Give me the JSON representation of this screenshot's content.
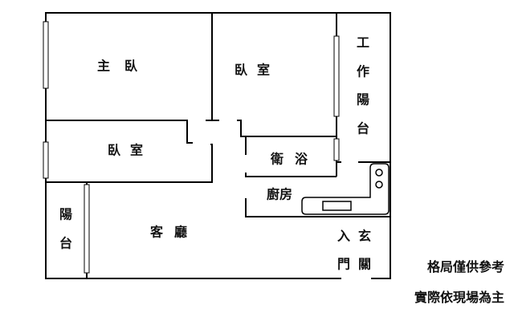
{
  "rooms": {
    "master_bedroom": [
      "主",
      "臥"
    ],
    "bedroom_right": [
      "臥",
      "室"
    ],
    "service_balcony": [
      "工",
      "作",
      "陽",
      "台"
    ],
    "bedroom_left": [
      "臥",
      "室"
    ],
    "bathroom": [
      "衛",
      "浴"
    ],
    "kitchen": "廚房",
    "balcony": [
      "陽",
      "台"
    ],
    "living_room": [
      "客",
      "廳"
    ],
    "entrance_row1": [
      "入",
      "玄"
    ],
    "entrance_row2": [
      "門",
      "關"
    ]
  },
  "notes": {
    "line1": "格局僅供參考",
    "line2": "實際依現場為主"
  }
}
